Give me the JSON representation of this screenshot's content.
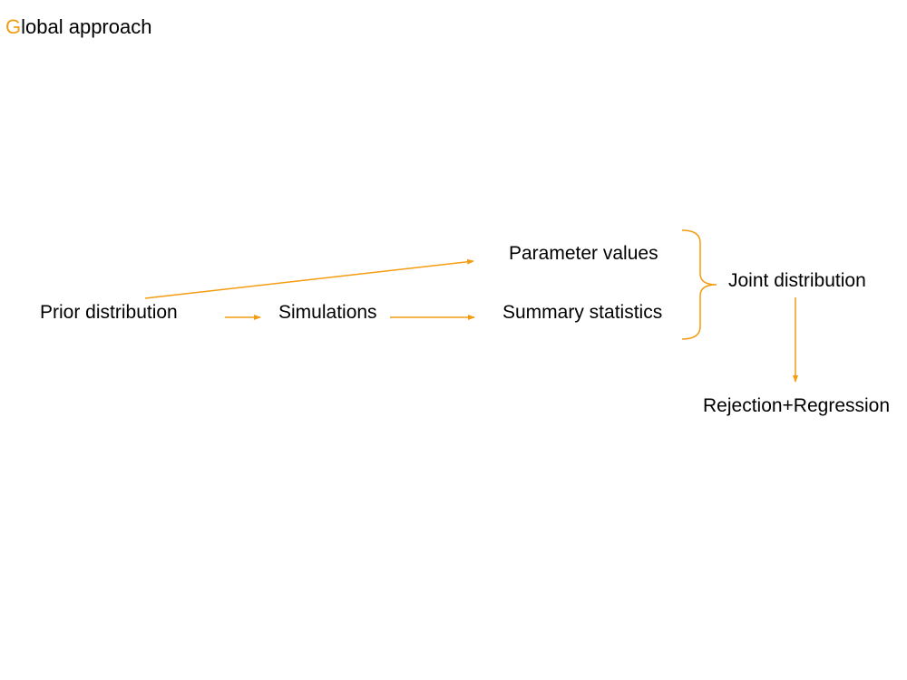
{
  "title": {
    "accent_letter": "G",
    "rest": "lobal approach"
  },
  "nodes": {
    "prior": "Prior distribution",
    "simulations": "Simulations",
    "parameter_values": "Parameter values",
    "summary_statistics": "Summary statistics",
    "joint_distribution": "Joint distribution",
    "rejection_regression": "Rejection+Regression"
  },
  "colors": {
    "accent": "#f39c12",
    "text": "#000000",
    "background": "#ffffff"
  }
}
